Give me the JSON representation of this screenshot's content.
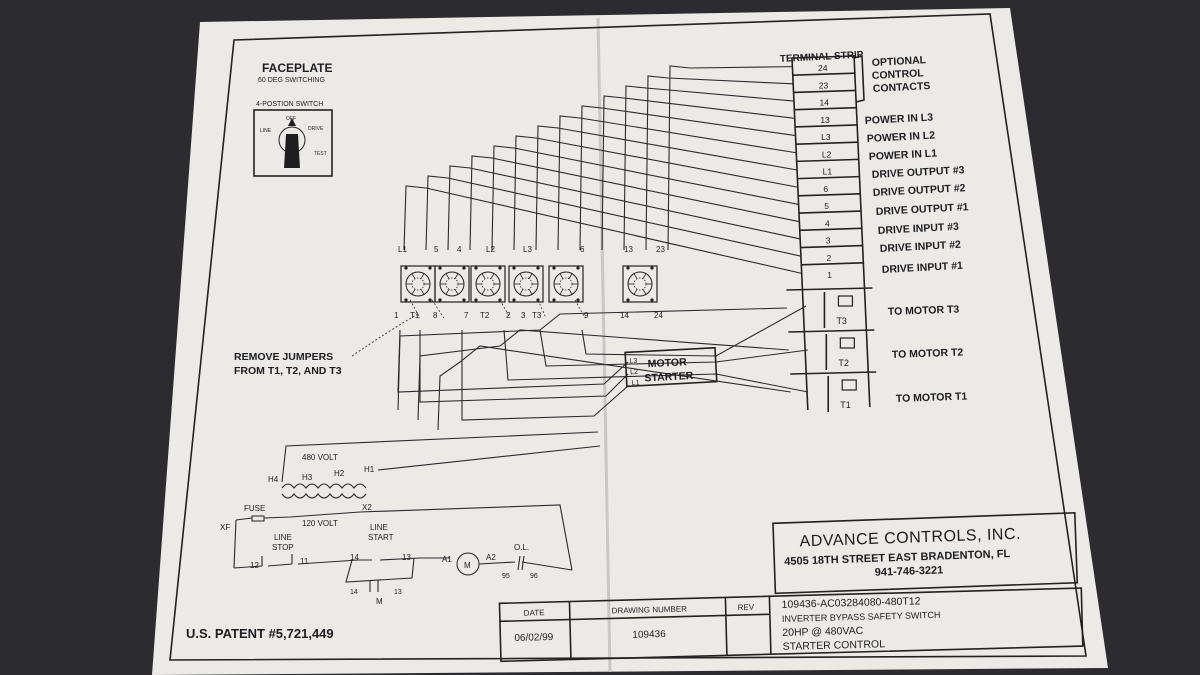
{
  "faceplate": {
    "title": "FACEPLATE",
    "subtitle": "60 DEG SWITCHING",
    "switch_label": "4-POSTION SWITCH",
    "positions": {
      "off": "OFF",
      "line": "LINE",
      "drive": "DRIVE",
      "test": "TEST"
    }
  },
  "terminal_strip": {
    "title": "TERMINAL STRIP",
    "terminals": [
      "24",
      "23",
      "14",
      "13",
      "L3",
      "L2",
      "L1",
      "6",
      "5",
      "4",
      "3",
      "2",
      "1"
    ],
    "motor_terminals": [
      "T3",
      "T2",
      "T1"
    ],
    "labels": {
      "optional_1": "OPTIONAL",
      "optional_2": "CONTROL",
      "optional_3": "CONTACTS",
      "power_l3": "POWER IN L3",
      "power_l2": "POWER IN L2",
      "power_l1": "POWER IN L1",
      "drive_out_3": "DRIVE OUTPUT #3",
      "drive_out_2": "DRIVE OUTPUT #2",
      "drive_out_1": "DRIVE OUTPUT #1",
      "drive_in_3": "DRIVE INPUT #3",
      "drive_in_2": "DRIVE INPUT #2",
      "drive_in_1": "DRIVE INPUT #1",
      "motor_t3": "TO MOTOR T3",
      "motor_t2": "TO MOTOR T2",
      "motor_t1": "TO MOTOR T1"
    }
  },
  "switch_bank": {
    "top_labels": [
      "L1",
      "5",
      "4",
      "L2",
      "L3",
      "6",
      "13",
      "23"
    ],
    "bottom_labels": [
      "1",
      "T1",
      "8",
      "7",
      "T2",
      "2",
      "3",
      "T3",
      "9",
      "14",
      "24"
    ]
  },
  "notes": {
    "jumpers_1": "REMOVE JUMPERS",
    "jumpers_2": "FROM T1, T2, AND T3"
  },
  "motor_starter": {
    "label_1": "MOTOR",
    "label_2": "STARTER",
    "l3": "L3",
    "l2": "L2",
    "l1": "L1"
  },
  "control_circuit": {
    "volt_480": "480 VOLT",
    "h4": "H4",
    "h3": "H3",
    "h2": "H2",
    "h1": "H1",
    "fuse": "FUSE",
    "x2": "X2",
    "xf": "XF",
    "volt_120": "120 VOLT",
    "line_stop_1": "LINE",
    "line_stop_2": "STOP",
    "line_start_1": "LINE",
    "line_start_2": "START",
    "n12": "12",
    "n11": "11",
    "n14a": "14",
    "n13a": "13",
    "a1": "A1",
    "a2": "A2",
    "m": "M",
    "ol": "O.L.",
    "n95": "95",
    "n96": "96",
    "n14b": "14",
    "n13b": "13",
    "m2": "M"
  },
  "patent": "U.S. PATENT #5,721,449",
  "company": {
    "name": "ADVANCE CONTROLS, INC.",
    "address": "4505 18TH STREET EAST  BRADENTON, FL",
    "phone": "941-746-3221"
  },
  "title_block": {
    "date_label": "DATE",
    "drawing_label": "DRAWING NUMBER",
    "rev_label": "REV",
    "date": "06/02/99",
    "drawing_number": "109436",
    "part": "109436-AC03284080-480T12",
    "desc_1": "INVERTER BYPASS SAFETY SWITCH",
    "desc_2": "20HP @ 480VAC",
    "desc_3": "STARTER CONTROL"
  }
}
